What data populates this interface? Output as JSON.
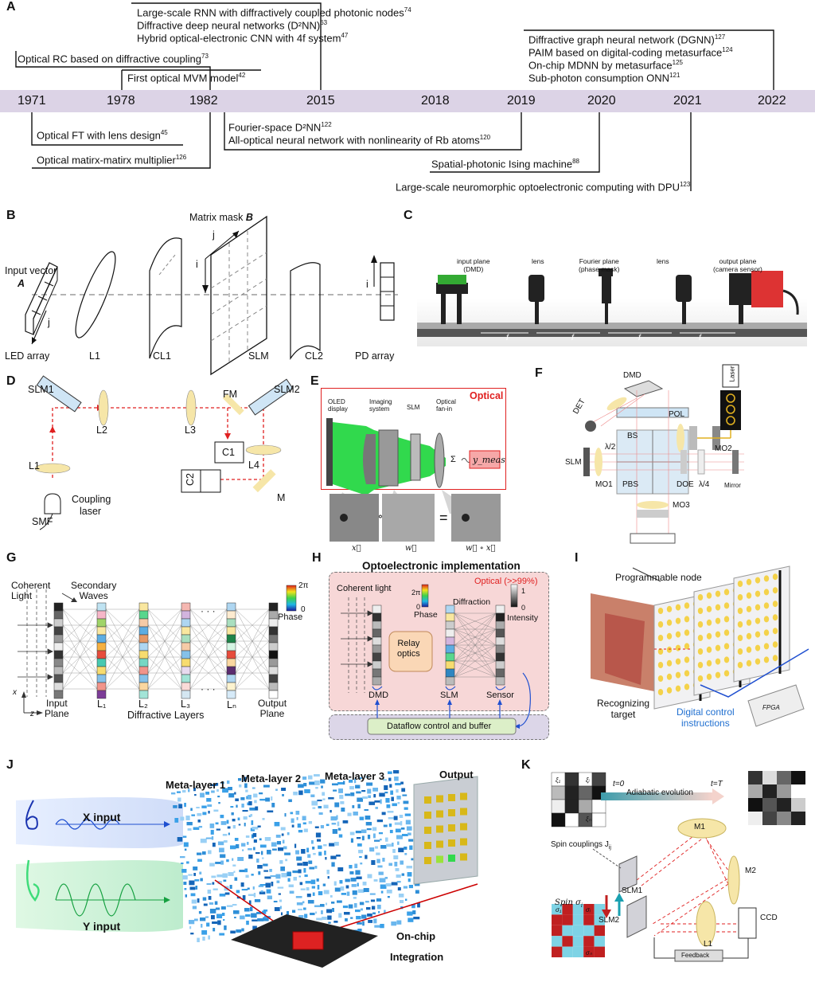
{
  "panels": {
    "A": "A",
    "B": "B",
    "C": "C",
    "D": "D",
    "E": "E",
    "F": "F",
    "G": "G",
    "H": "H",
    "I": "I",
    "J": "J",
    "K": "K"
  },
  "timeline": {
    "years": [
      "1971",
      "1978",
      "1982",
      "2015",
      "2018",
      "2019",
      "2020",
      "2021",
      "2022"
    ],
    "events_above": [
      {
        "lines": [
          {
            "t": "Large-scale RNN with diffractively coupled photonic nodes",
            "r": "74"
          },
          {
            "t": "Diffractive deep neural networks (D²NN)",
            "r": "63"
          },
          {
            "t": "Hybrid optical-electronic CNN with 4f system",
            "r": "47"
          }
        ]
      },
      {
        "lines": [
          {
            "t": "Optical RC based on diffractive coupling",
            "r": "73"
          }
        ]
      },
      {
        "lines": [
          {
            "t": "First optical MVM model",
            "r": "42"
          }
        ]
      },
      {
        "lines": [
          {
            "t": "Diffractive graph neural network (DGNN)",
            "r": "127"
          },
          {
            "t": "PAIM based on digital-coding metasurface",
            "r": "124"
          },
          {
            "t": "On-chip MDNN by metasurface",
            "r": "125"
          },
          {
            "t": "Sub-photon consumption ONN",
            "r": "121"
          }
        ]
      }
    ],
    "events_below": [
      {
        "lines": [
          {
            "t": "Optical FT with lens design",
            "r": "45"
          }
        ]
      },
      {
        "lines": [
          {
            "t": "Optical matirx-matirx multiplier",
            "r": "126"
          }
        ]
      },
      {
        "lines": [
          {
            "t": "Fourier-space D²NN",
            "r": "122"
          },
          {
            "t": "All-optical neural network with nonlinearity of Rb atoms",
            "r": "120"
          }
        ]
      },
      {
        "lines": [
          {
            "t": "Spatial-photonic Ising machine",
            "r": "88"
          }
        ]
      },
      {
        "lines": [
          {
            "t": "Large-scale neuromorphic optoelectronic computing with DPU",
            "r": "123"
          }
        ]
      }
    ]
  },
  "B": {
    "input_vector": "Input vector",
    "A": "A",
    "matrix_mask": "Matrix mask",
    "Bm": "B",
    "i": "i",
    "j": "j",
    "labels": [
      "LED array",
      "L1",
      "CL1",
      "SLM",
      "CL2",
      "PD array"
    ]
  },
  "C": {
    "labels": [
      "input plane\n(DMD)",
      "lens",
      "Fourier plane\n(phase mask)",
      "lens",
      "output plane\n(camera sensor)"
    ],
    "f": "f"
  },
  "D": {
    "labels": {
      "slm1": "SLM1",
      "slm2": "SLM2",
      "l1": "L1",
      "l2": "L2",
      "l3": "L3",
      "l4": "L4",
      "fm": "FM",
      "c1": "C1",
      "c2": "C2",
      "m": "M",
      "smf": "SMF",
      "coupling": "Coupling",
      "laser": "laser"
    }
  },
  "E": {
    "optical": "Optical",
    "oled": "OLED\ndisplay",
    "imaging": "Imaging\nsystem",
    "slm": "SLM",
    "fanin": "Optical\nfan-in",
    "sigma": "Σ",
    "ymeas": "y_meas",
    "x": "x⃗",
    "w": "w⃗",
    "wx": "w⃗ ∘ x⃗",
    "circ": "∘",
    "eq": "="
  },
  "F": {
    "labels": {
      "dmd": "DMD",
      "laser": "Laser",
      "det": "DET",
      "pol": "POL",
      "bs": "BS",
      "l2": "λ/2",
      "mo2": "MO2",
      "slm": "SLM",
      "mo1": "MO1",
      "pbs": "PBS",
      "doe": "DOE",
      "l4": "λ/4",
      "mirror": "Mirror",
      "mo3": "MO3"
    }
  },
  "G": {
    "coherent": "Coherent\nLight",
    "secondary": "Secondary\nWaves",
    "phase": "Phase",
    "two_pi": "2π",
    "zero": "0",
    "input_plane": "Input\nPlane",
    "diffractive": "Diffractive Layers",
    "output_plane": "Output\nPlane",
    "layers": [
      "L₁",
      "L₂",
      "L₃",
      "Lₙ"
    ],
    "x": "x",
    "z": "z",
    "dots": "· · ·"
  },
  "H": {
    "title": "Optoelectronic implementation",
    "optical": "Optical (>>99%)",
    "coherent": "Coherent light",
    "two_pi": "2π",
    "zero": "0",
    "phase": "Phase",
    "diffraction": "Diffraction",
    "one": "1",
    "zero2": "0",
    "intensity": "Intensity",
    "relay": "Relay\noptics",
    "dmd": "DMD",
    "slm": "SLM",
    "sensor": "Sensor",
    "dataflow": "Dataflow control and buffer"
  },
  "I": {
    "node": "Programmable node",
    "target": "Recognizing\ntarget",
    "digital": "Digital control\ninstructions",
    "fpga": "FPGA"
  },
  "J": {
    "meta1": "Meta-layer 1",
    "meta2": "Meta-layer 2",
    "meta3": "Meta-layer 3",
    "output": "Output",
    "xin": "X input",
    "yin": "Y input",
    "onchip": "On-chip",
    "integration": "Integration",
    "digit": "6"
  },
  "K": {
    "t0": "t=0",
    "tT": "t=T",
    "adiabatic": "Adiabatic evolution",
    "spin_c": "Spin couplings J",
    "spin_c_sub": "ij",
    "spin": "Spin σ",
    "spin_sub": "i",
    "m1": "M1",
    "m2": "M2",
    "slm1": "SLM1",
    "slm2": "SLM2",
    "l1": "L1",
    "ccd": "CCD",
    "feedback": "Feedback",
    "xi1": "ξ₁",
    "xii": "ξᵢ",
    "xin": "ξₙ",
    "s1": "σ₁",
    "si": "σᵢ",
    "sn": "σₙ"
  },
  "colors": {
    "timeline_bar": "#dcd3e6",
    "red": "#e02020",
    "blue": "#1f4fd0",
    "lens": "#f6e6a8",
    "pink": "#f4d3d3",
    "grey": "#d6d6dc"
  }
}
